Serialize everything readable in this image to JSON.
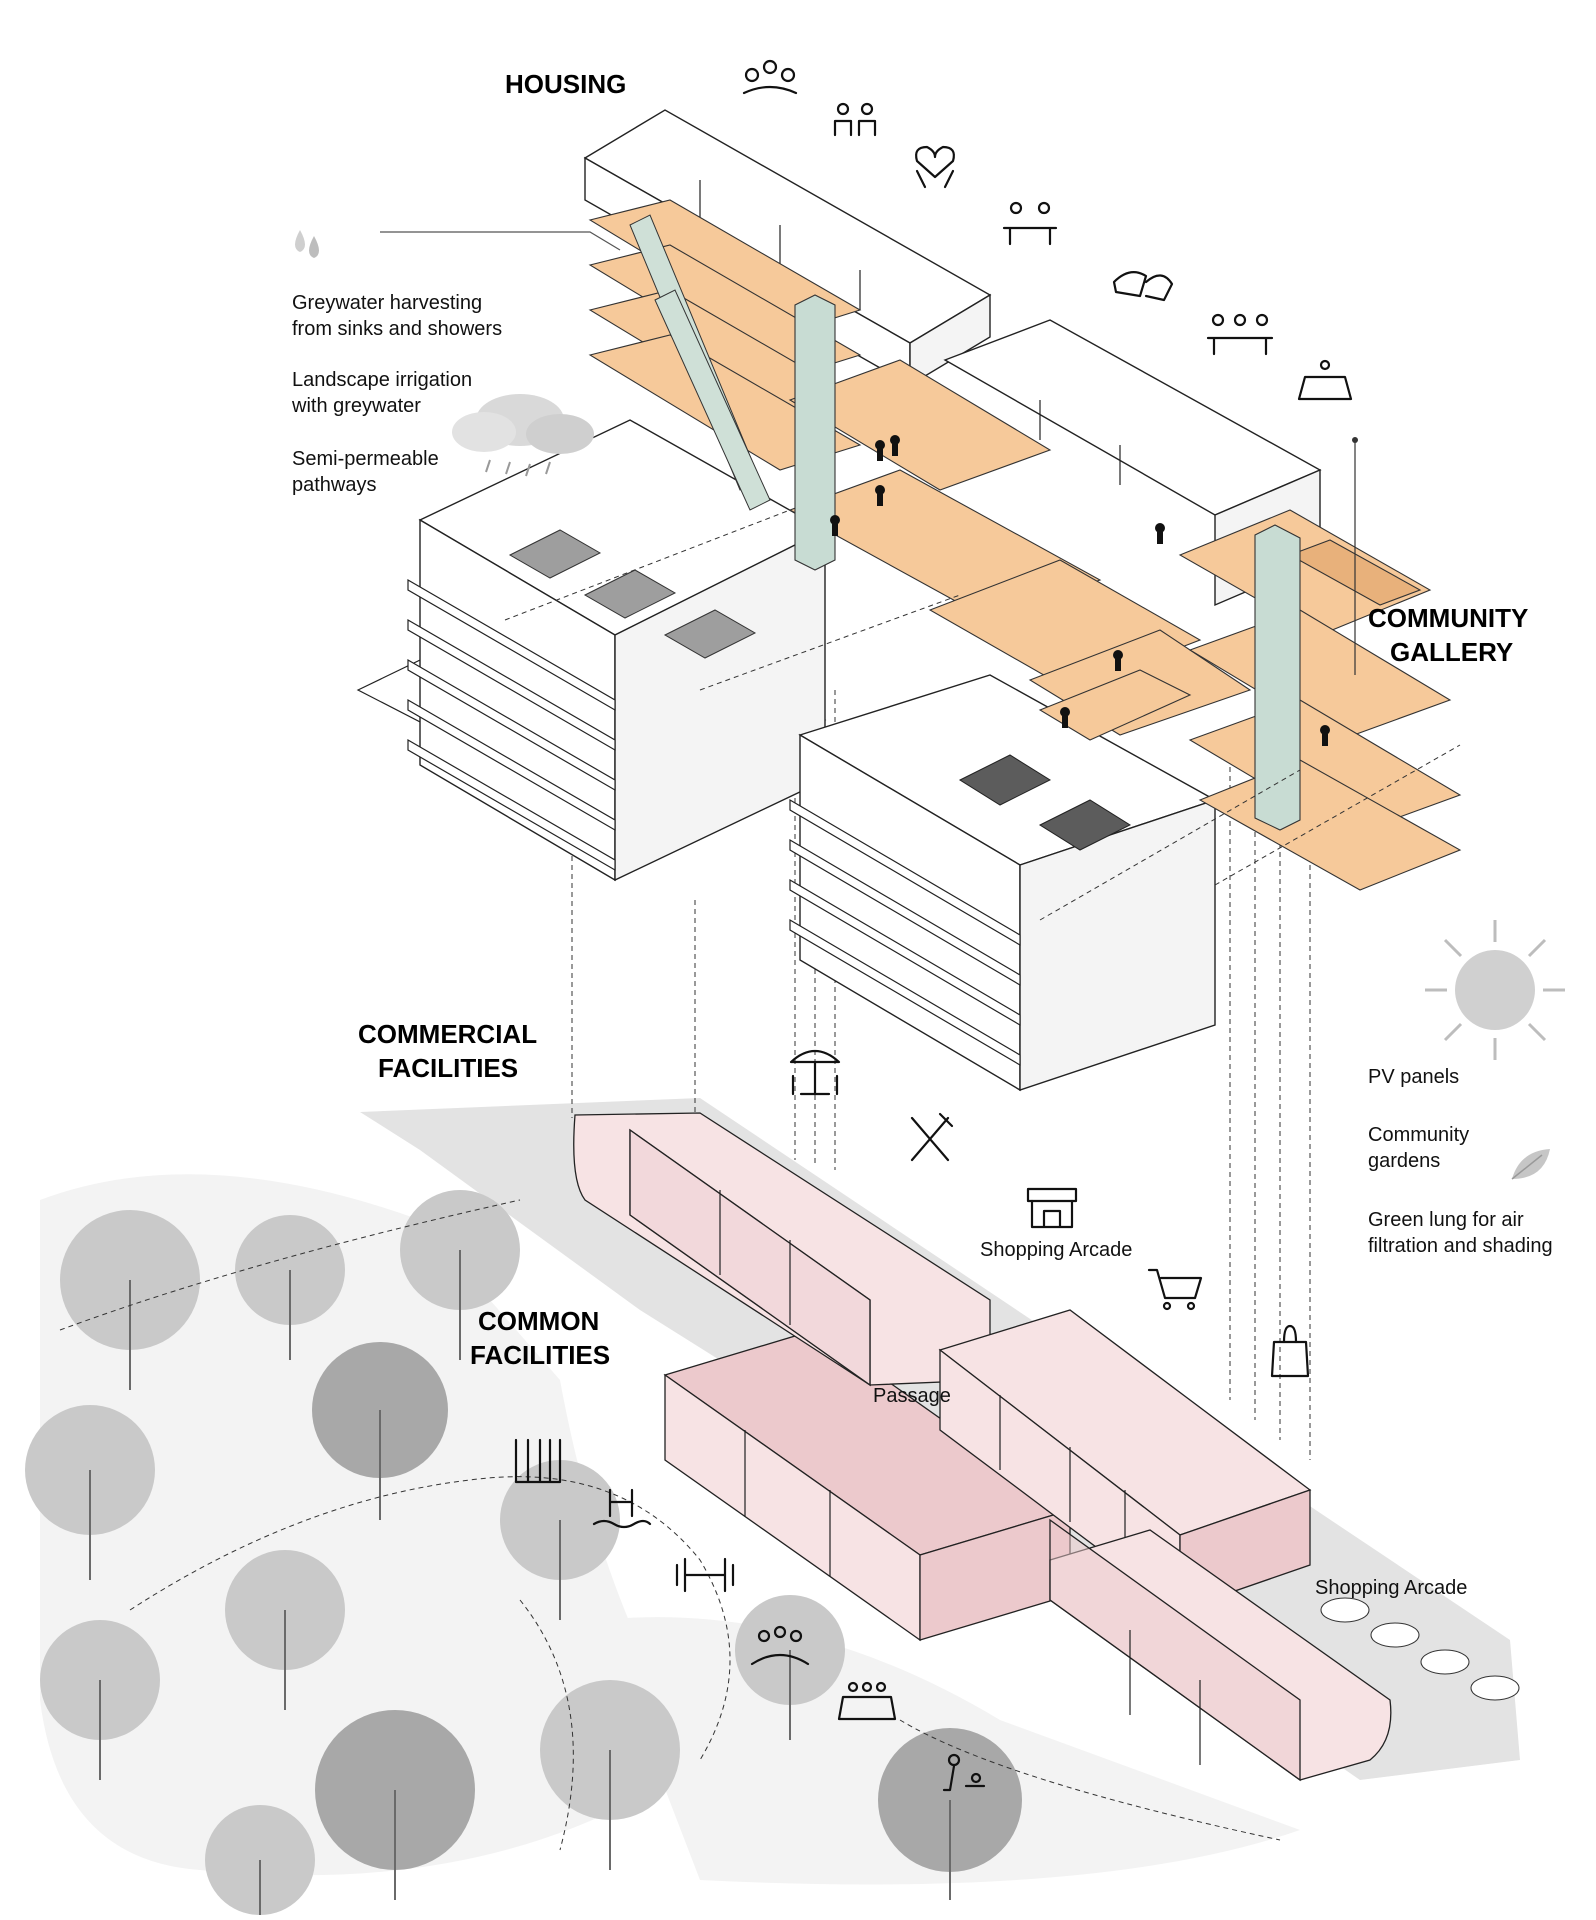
{
  "labels": {
    "housing": "HOUSING",
    "community_gallery_1": "COMMUNITY",
    "community_gallery_2": "GALLERY",
    "commercial_1": "COMMERCIAL",
    "commercial_2": "FACILITIES",
    "common_1": "COMMON",
    "common_2": "FACILITIES",
    "shopping_arcade_1": "Shopping Arcade",
    "shopping_arcade_2": "Shopping Arcade",
    "passage": "Passage"
  },
  "water_notes": [
    "Greywater harvesting",
    "from sinks and showers",
    "Landscape irrigation",
    "with greywater",
    "Semi-permeable",
    "pathways"
  ],
  "green_notes": [
    "PV panels",
    "Community",
    "gardens",
    "Green lung for air",
    "filtration and shading"
  ],
  "icons": {
    "community_activities": [
      "group-circle-icon",
      "celebration-icon",
      "heart-hands-icon",
      "cowork-desk-icon",
      "lounge-chairs-icon",
      "dining-group-icon",
      "meeting-table-icon"
    ],
    "commercial": [
      "cafe-umbrella-icon",
      "fork-knife-icon",
      "shop-storefront-icon",
      "shopping-cart-icon",
      "shopping-bag-icon"
    ],
    "common": [
      "library-books-icon",
      "swimming-pool-icon",
      "dumbbell-icon",
      "community-gathering-icon",
      "conference-room-icon",
      "childcare-icon"
    ],
    "environment": [
      "water-drops-icon",
      "rain-cloud-icon",
      "sun-icon",
      "leaf-icon"
    ]
  },
  "colors": {
    "gallery_orange": "#f6c99a",
    "facility_pink": "#f7e3e4",
    "core_green": "#c8dcd3",
    "ground_grey": "#e3e3e3"
  }
}
